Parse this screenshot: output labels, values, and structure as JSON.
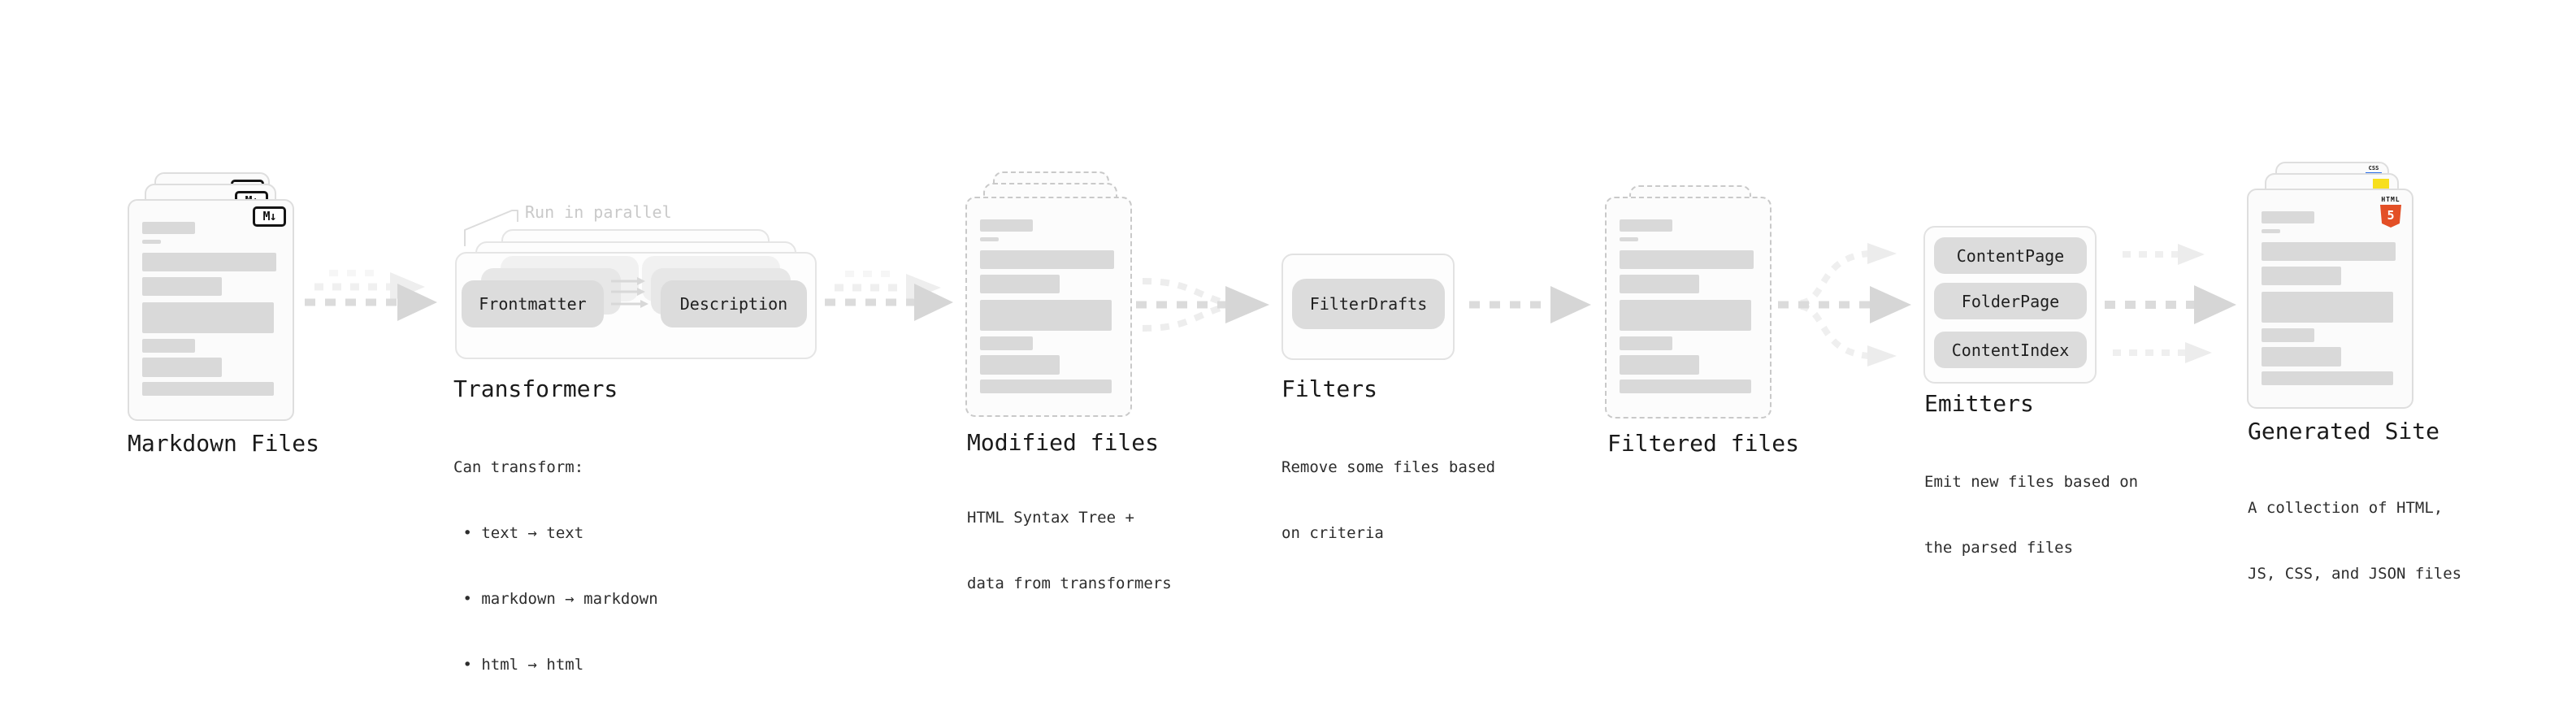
{
  "stages": {
    "markdown": {
      "label": "Markdown Files",
      "icon_text": "M↓"
    },
    "transformers": {
      "title": "Transformers",
      "note": "Run in parallel",
      "button_left": "Frontmatter",
      "button_right": "Description",
      "desc": [
        "Can transform:",
        " • text → text",
        " • markdown → markdown",
        " • html → html"
      ]
    },
    "modified": {
      "label": "Modified files",
      "desc": [
        "HTML Syntax Tree +",
        "data from transformers"
      ]
    },
    "filters": {
      "title": "Filters",
      "button": "FilterDrafts",
      "desc": [
        "Remove some files based",
        "on criteria"
      ]
    },
    "filtered": {
      "label": "Filtered files"
    },
    "emitters": {
      "title": "Emitters",
      "buttons": [
        "ContentPage",
        "FolderPage",
        "ContentIndex"
      ],
      "desc": [
        "Emit new files based on",
        "the parsed files"
      ]
    },
    "generated": {
      "label": "Generated Site",
      "desc": [
        "A collection of HTML,",
        "JS, CSS, and JSON files"
      ],
      "badges": {
        "html_top": "HTML",
        "html_num": "5",
        "css": "CSS"
      }
    }
  },
  "file_card": {
    "bars": [
      {
        "w": 65,
        "h": 15,
        "mb": 7
      },
      {
        "w": 23,
        "h": 5,
        "mb": 11
      },
      {
        "w": 165,
        "h": 23,
        "mb": 7
      },
      {
        "w": 98,
        "h": 23,
        "mb": 8
      },
      {
        "w": 162,
        "h": 38,
        "mb": 7
      },
      {
        "w": 65,
        "h": 17,
        "mb": 6
      },
      {
        "w": 98,
        "h": 24,
        "mb": 6
      },
      {
        "w": 162,
        "h": 17,
        "mb": 0
      }
    ]
  },
  "colors": {
    "html5_orange": "#e34f26",
    "js_yellow": "#f7df1e",
    "css_blue": "#2b6de8",
    "arrow_main": "#dbdbdb",
    "arrow_light": "#efefef"
  }
}
